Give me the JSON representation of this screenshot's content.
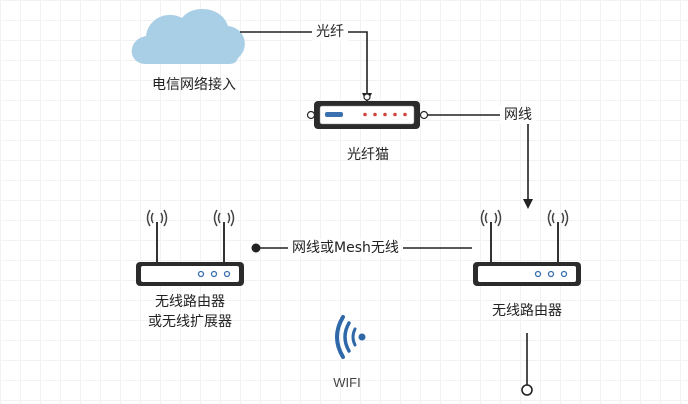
{
  "nodes": {
    "cloud_label": "电信网络接入",
    "modem_label": "光纤猫",
    "router_main_label": "无线路由器",
    "router_ext_label_line1": "无线路由器",
    "router_ext_label_line2": "或无线扩展器",
    "wifi_label": "WIFI"
  },
  "edges": {
    "fiber_label": "光纤",
    "cable_label": "网线",
    "mesh_label": "网线或Mesh无线"
  },
  "colors": {
    "cloud": "#a9cfe6",
    "device_body": "#2b2b2b",
    "led_blue": "#3a6fb0",
    "led_red": "#d0453a",
    "wifi_blue": "#2f68a8",
    "line": "#222222"
  }
}
